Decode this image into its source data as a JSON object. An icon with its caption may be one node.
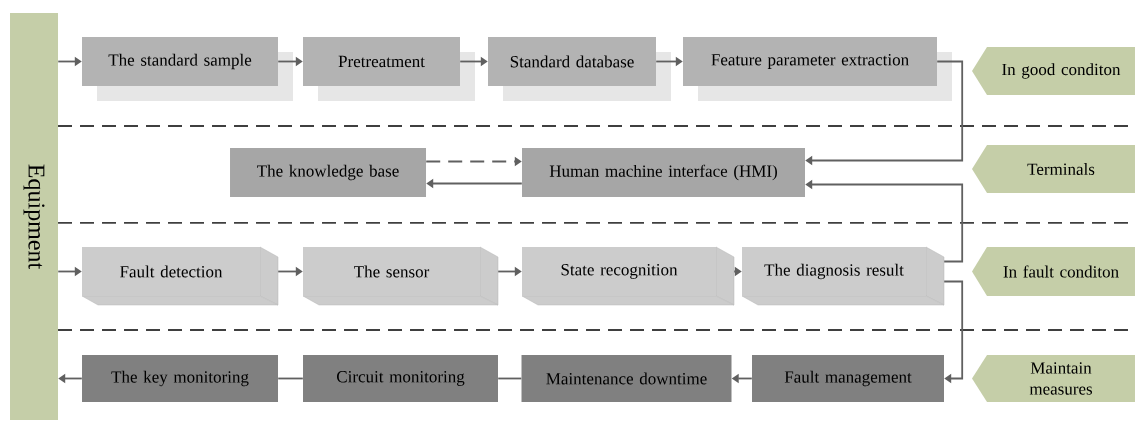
{
  "diagram": {
    "nodes": [
      {
        "text": [
          "Equipment"
        ]
      },
      {
        "text": [
          "The standard sample"
        ]
      },
      {
        "text": [
          "Pretreatment"
        ]
      },
      {
        "text": [
          "Standard database"
        ]
      },
      {
        "text": [
          "Feature parameter extraction"
        ]
      },
      {
        "text": [
          "The knowledge base"
        ]
      },
      {
        "text": [
          "Human machine interface (HMI)"
        ]
      },
      {
        "text": [
          "Fault detection"
        ]
      },
      {
        "text": [
          "The sensor"
        ]
      },
      {
        "text": [
          "State recognition"
        ]
      },
      {
        "text": [
          "The diagnosis result"
        ]
      },
      {
        "text": [
          "The key monitoring"
        ]
      },
      {
        "text": [
          "Circuit monitoring"
        ]
      },
      {
        "text": [
          "Maintenance downtime"
        ]
      },
      {
        "text": [
          "Fault management"
        ]
      },
      {
        "text": [
          "In good conditon"
        ]
      },
      {
        "text": [
          "Terminals"
        ]
      },
      {
        "text": [
          "In fault conditon"
        ]
      },
      {
        "text": [
          "Maintain measures"
        ]
      }
    ],
    "edges": [
      {
        "from": 0,
        "to": 1,
        "arrow": "to"
      },
      {
        "from": 1,
        "to": 2,
        "arrow": "to"
      },
      {
        "from": 2,
        "to": 3,
        "arrow": "to"
      },
      {
        "from": 3,
        "to": 4,
        "arrow": "to"
      },
      {
        "from": 4,
        "to": 6,
        "arrow": "to"
      },
      {
        "from": 5,
        "to": 6,
        "arrow": "to",
        "style": "dashed"
      },
      {
        "from": 6,
        "to": 5,
        "arrow": "to"
      },
      {
        "from": 0,
        "to": 7,
        "arrow": "to"
      },
      {
        "from": 7,
        "to": 8,
        "arrow": "to"
      },
      {
        "from": 8,
        "to": 9,
        "arrow": "to"
      },
      {
        "from": 9,
        "to": 10,
        "arrow": "to"
      },
      {
        "from": 10,
        "to": 6,
        "arrow": "to"
      },
      {
        "from": 10,
        "to": 14,
        "arrow": "to"
      },
      {
        "from": 14,
        "to": 13,
        "arrow": "to"
      },
      {
        "from": 13,
        "to": 12,
        "arrow": "none"
      },
      {
        "from": 12,
        "to": 11,
        "arrow": "none"
      },
      {
        "from": 11,
        "to": 0,
        "arrow": "to"
      }
    ]
  }
}
